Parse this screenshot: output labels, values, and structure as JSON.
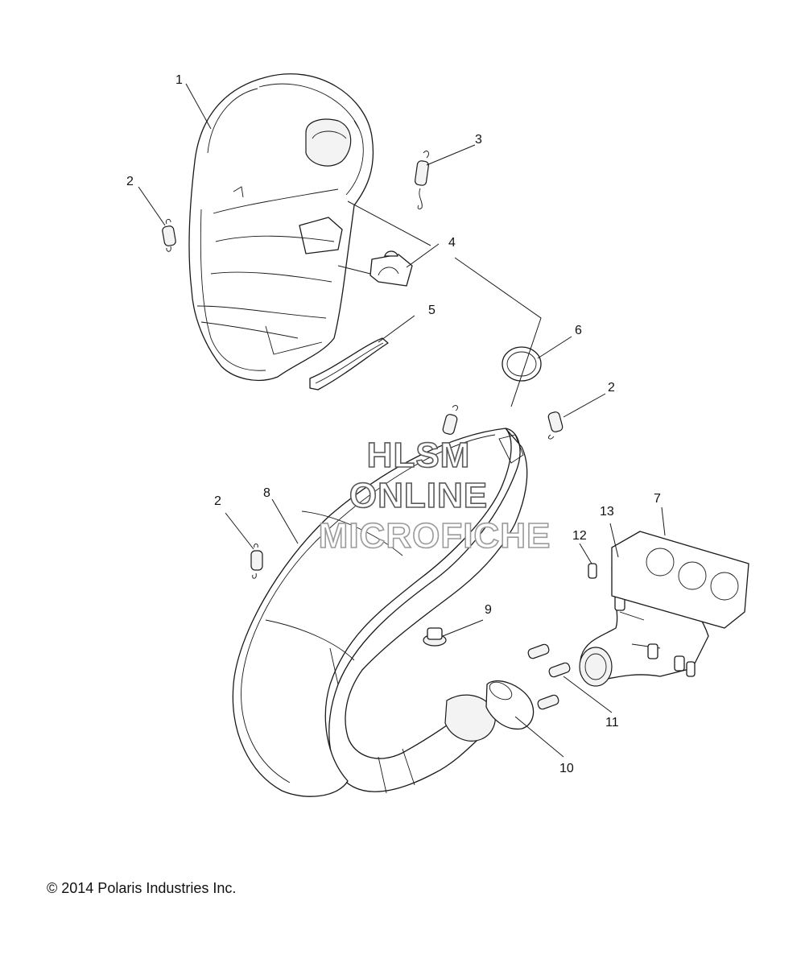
{
  "callouts": [
    "1",
    "2",
    "3",
    "4",
    "5",
    "6",
    "2",
    "2",
    "8",
    "9",
    "7",
    "13",
    "12",
    "11",
    "10"
  ],
  "watermark": [
    "HLSM",
    "ONLINE",
    "MICROFICHE"
  ],
  "copyright": "© 2014 Polaris Industries Inc."
}
